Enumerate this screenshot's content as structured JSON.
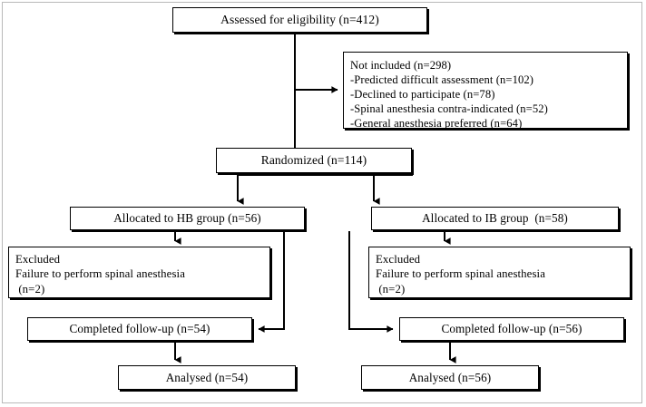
{
  "diagram": {
    "type": "consort-flow-diagram",
    "title": "CONSORT participant flow diagram",
    "line_color": "#000000",
    "box_border_color": "#000000",
    "background_color": "#ffffff",
    "frame_color": "#b9b9b9"
  },
  "nodes": {
    "assessed": {
      "label": "Assessed for eligibility (n=412)",
      "count": 412
    },
    "not_included": {
      "lines": [
        "Not included (n=298)",
        "-Predicted difficult assessment (n=102)",
        "-Declined to participate (n=78)",
        "-Spinal anesthesia contra-indicated (n=52)",
        "-General anesthesia preferred (n=64)"
      ],
      "text": "Not included (n=298)\n-Predicted difficult assessment (n=102)\n-Declined to participate (n=78)\n-Spinal anesthesia contra-indicated (n=52)\n-General anesthesia preferred (n=64)",
      "count": 298,
      "reasons": [
        {
          "reason": "Predicted difficult assessment",
          "count": 102
        },
        {
          "reason": "Declined to participate",
          "count": 78
        },
        {
          "reason": "Spinal anesthesia contra-indicated",
          "count": 52
        },
        {
          "reason": "General anesthesia preferred",
          "count": 64
        }
      ]
    },
    "randomized": {
      "label": "Randomized (n=114)",
      "count": 114
    },
    "allocated_hb": {
      "label": "Allocated to HB group (n=56)",
      "group": "HB",
      "count": 56
    },
    "allocated_ib": {
      "label": "Allocated to IB group  (n=58)",
      "group": "IB",
      "count": 58
    },
    "excluded_hb": {
      "lines": [
        "Excluded",
        "Failure to perform spinal anesthesia",
        " (n=2)"
      ],
      "text": "Excluded\nFailure to perform spinal anesthesia\n (n=2)",
      "count": 2
    },
    "excluded_ib": {
      "lines": [
        "Excluded",
        "Failure to perform spinal anesthesia",
        " (n=2)"
      ],
      "text": "Excluded\nFailure to perform spinal anesthesia\n (n=2)",
      "count": 2
    },
    "followup_hb": {
      "label": "Completed follow-up (n=54)",
      "count": 54
    },
    "followup_ib": {
      "label": "Completed follow-up (n=56)",
      "count": 56
    },
    "analysed_hb": {
      "label": "Analysed (n=54)",
      "count": 54
    },
    "analysed_ib": {
      "label": "Analysed (n=56)",
      "count": 56
    }
  },
  "edges": [
    {
      "name": "assessed-to-randomized",
      "from": "assessed",
      "to": "randomized",
      "arrow": false
    },
    {
      "name": "assessed-to-not-included",
      "from": "assessed",
      "to": "not_included",
      "arrow": true
    },
    {
      "name": "randomized-to-allocated-hb",
      "from": "randomized",
      "to": "allocated_hb",
      "arrow": true
    },
    {
      "name": "randomized-to-allocated-ib",
      "from": "randomized",
      "to": "allocated_ib",
      "arrow": true
    },
    {
      "name": "allocated-hb-to-excluded-hb",
      "from": "allocated_hb",
      "to": "excluded_hb",
      "arrow": true
    },
    {
      "name": "allocated-hb-to-followup-hb",
      "from": "allocated_hb",
      "to": "followup_hb",
      "arrow": true
    },
    {
      "name": "allocated-ib-to-excluded-ib",
      "from": "allocated_ib",
      "to": "excluded_ib",
      "arrow": true
    },
    {
      "name": "allocated-ib-to-followup-ib",
      "from": "allocated_ib",
      "to": "followup_ib",
      "arrow": true
    },
    {
      "name": "followup-hb-to-analysed-hb",
      "from": "followup_hb",
      "to": "analysed_hb",
      "arrow": true
    },
    {
      "name": "followup-ib-to-analysed-ib",
      "from": "followup_ib",
      "to": "analysed_ib",
      "arrow": true
    }
  ]
}
